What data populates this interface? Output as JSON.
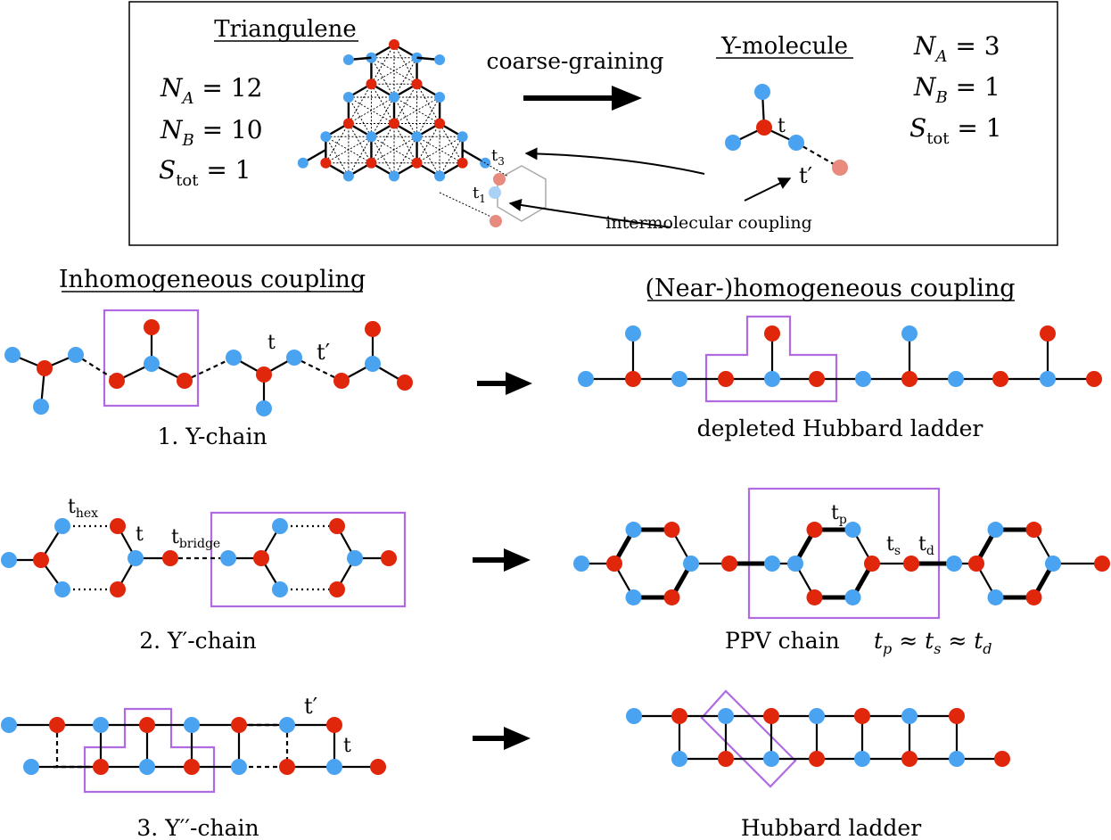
{
  "colors": {
    "site_a": "#e0260b",
    "site_b": "#4aa3f0",
    "site_a_light": "#e88a7e",
    "site_b_light": "#a8d2f7",
    "highlight": "#b06be0"
  },
  "top": {
    "triangulene_title": "Triangulene",
    "tri_na": "N",
    "tri_na_sub": "A",
    "tri_na_val": " = 12",
    "tri_nb": "N",
    "tri_nb_sub": "B",
    "tri_nb_val": " = 10",
    "tri_s": "S",
    "tri_s_sub": "tot",
    "tri_s_val": " = 1",
    "coarse_label": "coarse-graining",
    "y_title": "Y-molecule",
    "y_na": "N",
    "y_na_sub": "A",
    "y_na_val": " = 3",
    "y_nb": "N",
    "y_nb_sub": "B",
    "y_nb_val": " = 1",
    "y_s": "S",
    "y_s_sub": "tot",
    "y_s_val": " = 1",
    "t_label": "t",
    "tprime_label": "t′",
    "t3": "t",
    "t3_sub": "3",
    "t1": "t",
    "t1_sub": "1",
    "intermolecular": "intermolecular coupling"
  },
  "headers": {
    "left": "Inhomogeneous coupling",
    "right": "(Near-)homogeneous coupling"
  },
  "rows": [
    {
      "left_caption": "1. Y-chain",
      "right_caption": "depleted Hubbard ladder",
      "t": "t",
      "tprime": "t′"
    },
    {
      "left_caption": "2. Y′-chain",
      "right_caption": "PPV chain",
      "right_relation": "t",
      "thex": "t",
      "thex_sub": "hex",
      "t": "t",
      "tbridge": "t",
      "tbridge_sub": "bridge",
      "tp": "t",
      "tp_sub": "p",
      "ts": "t",
      "ts_sub": "s",
      "td": "t",
      "td_sub": "d",
      "rel_p_sub": "p",
      "rel_s_sub": "s",
      "rel_d_sub": "d",
      "approx": " ≈ "
    },
    {
      "left_caption": "3. Y′′-chain",
      "right_caption": "Hubbard ladder",
      "t": "t",
      "tprime": "t′"
    }
  ]
}
